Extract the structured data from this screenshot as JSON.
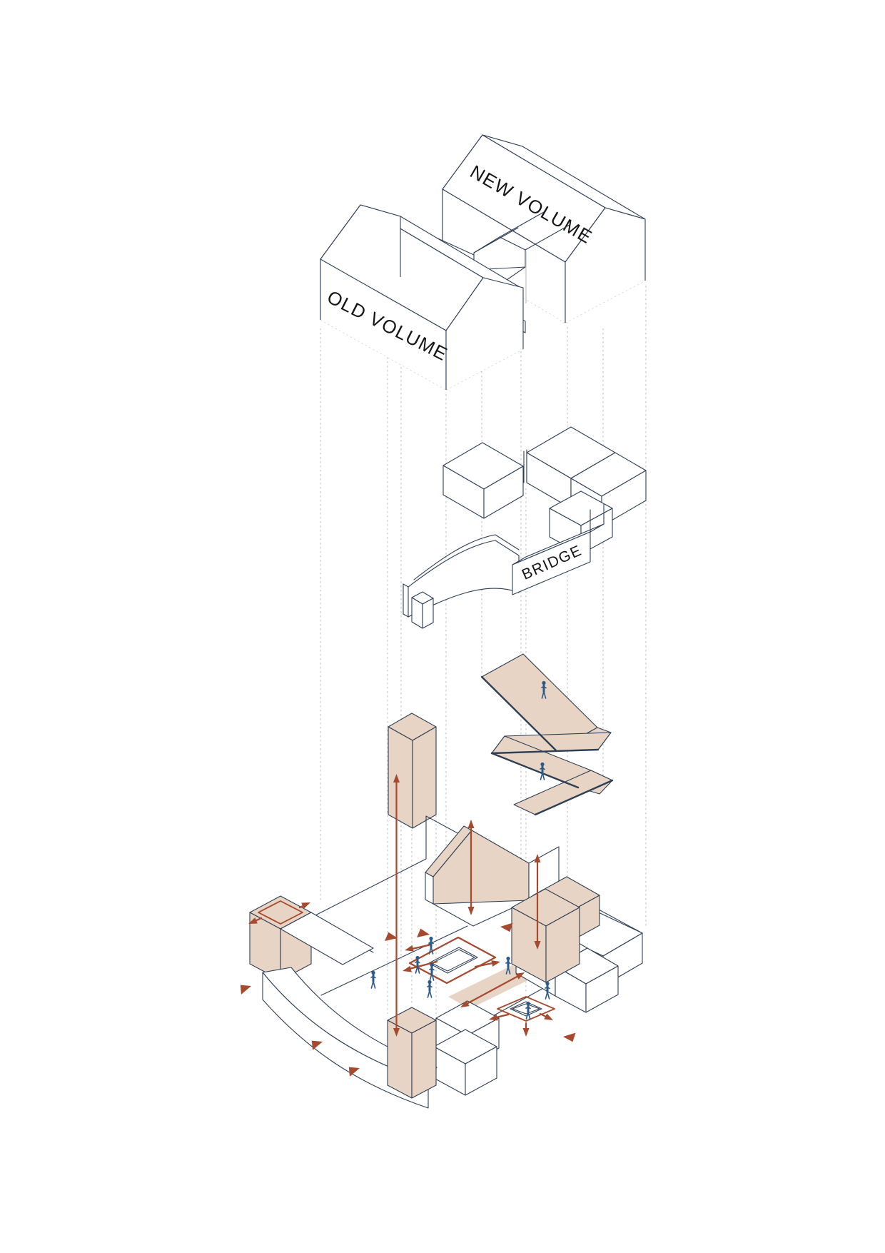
{
  "diagram": {
    "type": "architectural-exploded-axonometric",
    "labels": {
      "old_volume": "OLD VOLUME",
      "new_volume": "NEW VOLUME",
      "bridge": "BRIDGE"
    }
  },
  "colors": {
    "outline": "#2e3f54",
    "beige": "#e8d4c4",
    "red": "#a5492f",
    "blue": "#2b5a88",
    "dash_gray": "#bdbdbd",
    "text": "#151515",
    "background": "#ffffff"
  }
}
